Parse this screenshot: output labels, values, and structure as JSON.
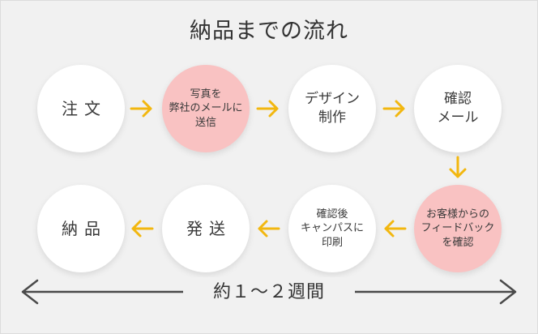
{
  "title": "納品までの流れ",
  "accent_color": "#f2b70f",
  "pink_color": "#f9c2c2",
  "steps": [
    {
      "label": "注文"
    },
    {
      "label": "写真を\n弊社のメールに\n送信"
    },
    {
      "label": "デザイン\n制作"
    },
    {
      "label": "確認\nメール"
    },
    {
      "label": "お客様からの\nフィードバック\nを確認"
    },
    {
      "label": "確認後\nキャンパスに\n印刷"
    },
    {
      "label": "発送"
    },
    {
      "label": "納品"
    }
  ],
  "duration": "約１～２週間"
}
